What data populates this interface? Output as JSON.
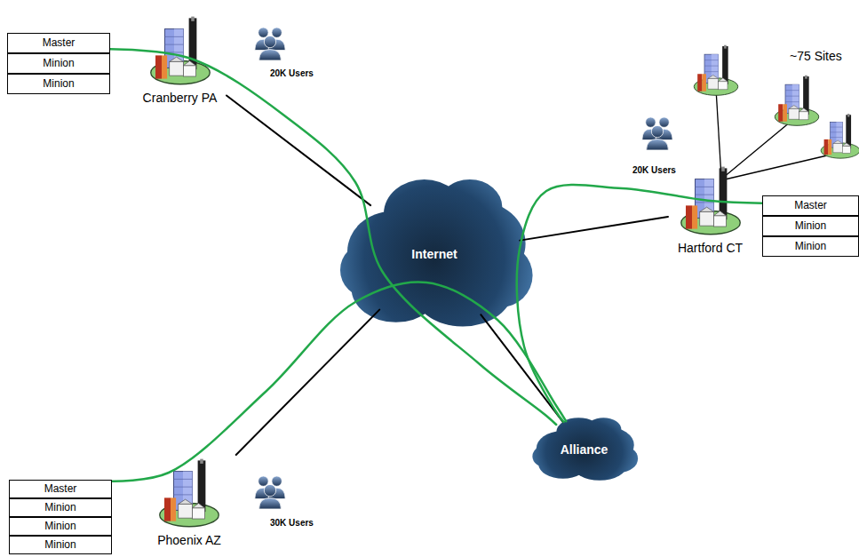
{
  "diagram": {
    "nodes": [
      {
        "text": [
          "Master"
        ]
      },
      {
        "text": [
          "Minion"
        ]
      },
      {
        "text": [
          "Minion"
        ]
      },
      {
        "text": [
          "Cranberry PA"
        ]
      },
      {
        "text": [
          "Master"
        ]
      },
      {
        "text": [
          "Minion"
        ]
      },
      {
        "text": [
          "Minion"
        ]
      },
      {
        "text": [
          "Hartford CT"
        ]
      },
      {
        "text": [
          "Internet"
        ]
      },
      {
        "text": [
          "Alliance"
        ]
      },
      {
        "text": [
          "Master"
        ]
      },
      {
        "text": [
          "Minion"
        ]
      },
      {
        "text": [
          "Minion"
        ]
      },
      {
        "text": [
          "Minion"
        ]
      },
      {
        "text": [
          "Phoenix AZ"
        ]
      }
    ],
    "edges": [
      {
        "from": 3,
        "to": 8,
        "arrow": "none"
      },
      {
        "from": 7,
        "to": 8,
        "arrow": "none"
      },
      {
        "from": 14,
        "to": 8,
        "arrow": "none"
      },
      {
        "from": 8,
        "to": 9,
        "arrow": "none"
      },
      {
        "from": 0,
        "to": 9,
        "arrow": "none"
      },
      {
        "from": 4,
        "to": 9,
        "arrow": "none"
      },
      {
        "from": 10,
        "to": 9,
        "arrow": "none"
      }
    ],
    "labels": [
      "20K Users",
      "~75 Sites",
      "20K Users",
      "30K Users"
    ]
  }
}
